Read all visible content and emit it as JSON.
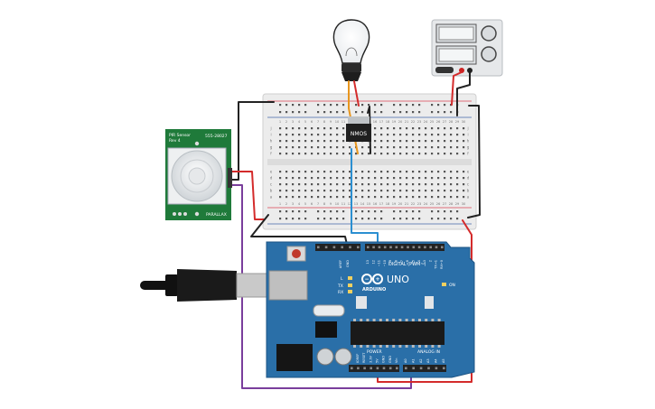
{
  "pir": {
    "title_line1": "PIR Sensor",
    "title_line2": "Rev 4",
    "part_number": "555-28027",
    "parallax": "PARALLAX"
  },
  "breadboard": {
    "col_numbers": [
      "1",
      "2",
      "3",
      "4",
      "5",
      "6",
      "7",
      "8",
      "9",
      "10",
      "11",
      "12",
      "13",
      "14",
      "15",
      "16",
      "17",
      "18",
      "19",
      "20",
      "21",
      "22",
      "23",
      "24",
      "25",
      "26",
      "27",
      "28",
      "29",
      "30"
    ],
    "row_letters_top": [
      "j",
      "i",
      "h",
      "g",
      "f"
    ],
    "row_letters_bottom": [
      "e",
      "d",
      "c",
      "b",
      "a"
    ]
  },
  "mosfet": {
    "label": "NMOS"
  },
  "arduino": {
    "logo_text": "UNO",
    "brand_text": "ARDUINO",
    "digital_label": "DIGITAL (PWM~)",
    "power_label": "POWER",
    "analog_label": "ANALOG IN",
    "on_label": "ON",
    "tx_label": "TX",
    "rx_label": "RX",
    "l_label": "L",
    "aref_label": "AREF",
    "gnd_label": "GND",
    "digital_pins": [
      "13",
      "12",
      "~11",
      "~10",
      "~9",
      "8",
      "7",
      "~6",
      "~5",
      "4",
      "~3",
      "2",
      "TX→1",
      "RX←0"
    ],
    "power_pins": [
      "IOREF",
      "RESET",
      "3.3V",
      "5V",
      "GND",
      "GND",
      "Vin"
    ],
    "analog_pins": [
      "A0",
      "A1",
      "A2",
      "A3",
      "A4",
      "A5"
    ]
  },
  "colors": {
    "wire_red": "#d42b2b",
    "wire_black": "#222222",
    "wire_blue": "#2b8fd1",
    "wire_orange": "#e8961e",
    "wire_purple": "#7a3e9c",
    "board_blue": "#2a6fa8",
    "pir_green": "#1f7a3a"
  }
}
